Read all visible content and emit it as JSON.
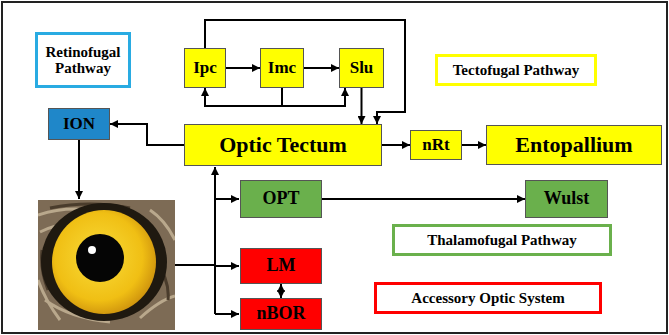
{
  "diagram": {
    "nodes": [
      {
        "text": [
          "Retinofugal Pathway"
        ]
      },
      {
        "text": [
          "Ipc"
        ]
      },
      {
        "text": [
          "Imc"
        ]
      },
      {
        "text": [
          "Slu"
        ]
      },
      {
        "text": [
          "Tectofugal Pathway"
        ]
      },
      {
        "text": [
          "ION"
        ]
      },
      {
        "text": [
          "Optic Tectum"
        ]
      },
      {
        "text": [
          "nRt"
        ]
      },
      {
        "text": [
          "Entopallium"
        ]
      },
      {
        "text": [
          "OPT"
        ]
      },
      {
        "text": [
          "Wulst"
        ]
      },
      {
        "text": [
          "Thalamofugal Pathway"
        ]
      },
      {
        "text": [
          "LM"
        ]
      },
      {
        "text": [
          "nBOR"
        ]
      },
      {
        "text": [
          "Accessory Optic System"
        ]
      }
    ],
    "edges": [
      {
        "from": 1,
        "to": 2,
        "arrow": "to"
      },
      {
        "from": 2,
        "to": 3,
        "arrow": "to"
      },
      {
        "from": 2,
        "to": 1,
        "arrow": "to"
      },
      {
        "from": 2,
        "to": 3,
        "arrow": "to"
      },
      {
        "from": 1,
        "to": 6,
        "arrow": "to"
      },
      {
        "from": 3,
        "to": 6,
        "arrow": "to"
      },
      {
        "from": 6,
        "to": 5,
        "arrow": "to"
      },
      {
        "from": 6,
        "to": 7,
        "arrow": "to"
      },
      {
        "from": 7,
        "to": 8,
        "arrow": "to"
      },
      {
        "from": 9,
        "to": 10,
        "arrow": "to"
      },
      {
        "from": 12,
        "to": 13,
        "arrow": "both"
      }
    ]
  }
}
